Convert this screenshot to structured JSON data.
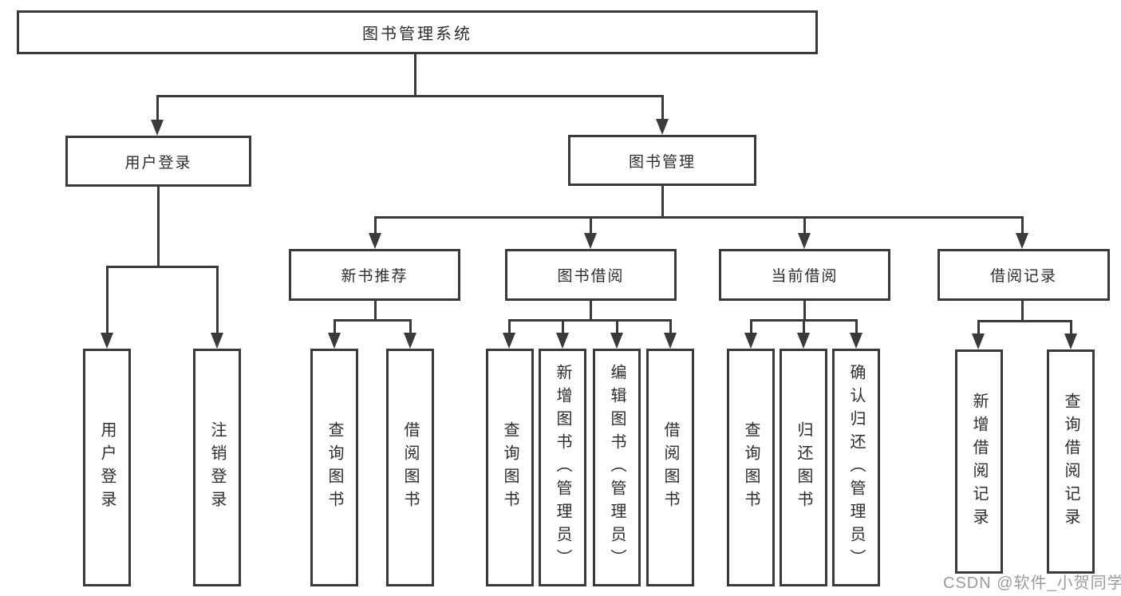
{
  "colors": {
    "line": "#3a3a3a",
    "text": "#2d2d2d",
    "background": "#ffffff",
    "watermark_text_color": "#9b9b9b"
  },
  "watermark": "CSDN @软件_小贺同学",
  "tree": {
    "root": "图书管理系统",
    "branches": [
      {
        "label": "用户登录",
        "children": [
          "用户登录",
          "注销登录"
        ]
      },
      {
        "label": "图书管理",
        "sections": [
          {
            "label": "新书推荐",
            "children": [
              "查询图书",
              "借阅图书"
            ]
          },
          {
            "label": "图书借阅",
            "children": [
              "查询图书",
              "新增图书（管理员）",
              "编辑图书（管理员）",
              "借阅图书"
            ]
          },
          {
            "label": "当前借阅",
            "children": [
              "查询图书",
              "归还图书",
              "确认归还（管理员）"
            ]
          },
          {
            "label": "借阅记录",
            "children": [
              "新增借阅记录",
              "查询借阅记录"
            ]
          }
        ]
      }
    ]
  }
}
